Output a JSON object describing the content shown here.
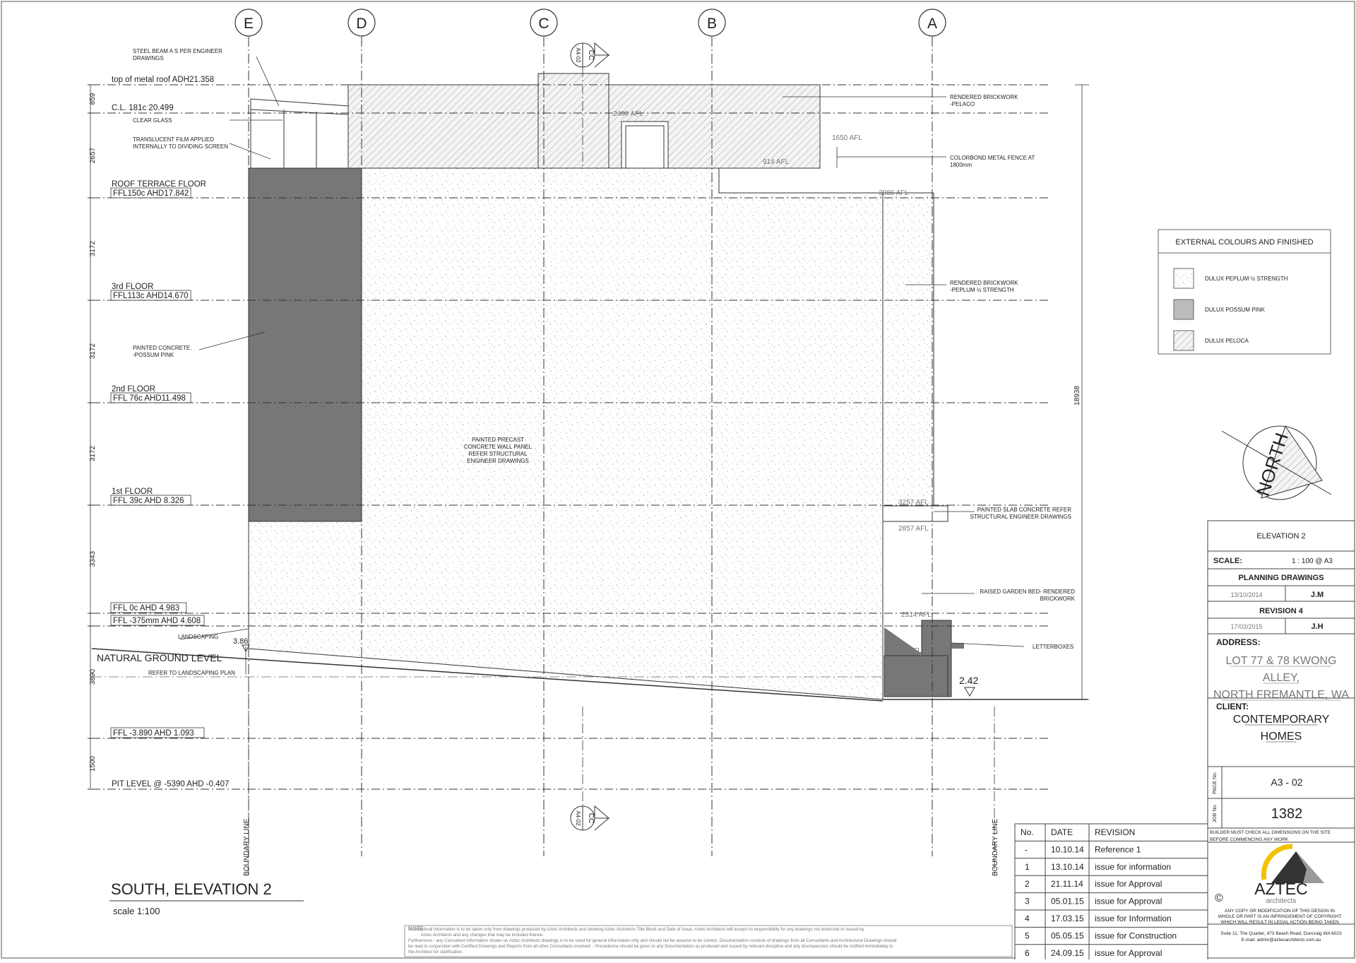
{
  "grid": [
    "E",
    "D",
    "C",
    "B",
    "A"
  ],
  "section_marker": "CC",
  "section_sheet": "A4-02",
  "levels": [
    {
      "label": "top of metal roof  ADH21.358",
      "boxed": false
    },
    {
      "label": "C.L. 181c 20.499",
      "boxed": false
    },
    {
      "label": "ROOF TERRACE FLOOR",
      "sub": "FFL150c AHD17.842",
      "boxed": true
    },
    {
      "label": "3rd FLOOR",
      "sub": "FFL113c AHD14.670",
      "boxed": true
    },
    {
      "label": "2nd FLOOR",
      "sub": "FFL 76c AHD11.498",
      "boxed": true
    },
    {
      "label": "1st FLOOR",
      "sub": "FFL 39c AHD 8.326",
      "boxed": true
    },
    {
      "label": "FFL 0c AHD 4.983",
      "boxed": true
    },
    {
      "label": "FFL -375mm AHD 4.608",
      "boxed": true
    },
    {
      "label": "FFL -3.890 AHD 1.093",
      "boxed": true
    },
    {
      "label": "PIT LEVEL @ -5390 AHD -0.407",
      "boxed": false
    }
  ],
  "dims_left": [
    "859",
    "2657",
    "3172",
    "3172",
    "3172",
    "3343",
    "3890",
    "1500"
  ],
  "dim_overall": "18938",
  "notes": {
    "steel_beam": [
      "STEEL BEAM A S PER ENGINEER",
      "DRAWINGS"
    ],
    "clear_glass": "CLEAR GLASS",
    "film": [
      "TRANSLUCENT FILM APPLIED",
      "INTERNALLY TO DIVIDING SCREEN"
    ],
    "painted_concrete": [
      "PAINTED CONCRETE.",
      "-POSSUM PINK"
    ],
    "precast": [
      "PAINTED PRECAST",
      "CONCRETE WALL PANEL",
      "REFER STRUCTURAL",
      "ENGINEER DRAWINGS"
    ],
    "brick_pelaco": [
      "RENDERED BRICKWORK",
      "-PELACO"
    ],
    "fence": [
      "COLORBOND METAL FENCE AT",
      "1800mm"
    ],
    "brick_peplum": [
      "RENDERED BRICKWORK",
      "-PEPLUM ½ STRENGTH"
    ],
    "slab": [
      "PAINTED SLAB CONCRETE REFER",
      "STRUCTURAL ENGINEER DRAWINGS"
    ],
    "garden": [
      "RAISED GARDEN BED- RENDERED",
      "BRICKWORK"
    ],
    "letterboxes": "LETTERBOXES",
    "landscaping": "LANDSCAPING",
    "ngl": "NATURAL GROUND LEVEL",
    "landscape_plan": "REFER TO LANDSCAPING PLAN",
    "rl_left": "3.86",
    "rl_right": "2.42",
    "boundary": "BOUNDARY LINE"
  },
  "afl": [
    "1650 AFL",
    "914 AFL",
    "3086 AFL",
    "3257 AFL",
    "2857 AFL",
    "2314 AFL",
    "1200 AFL",
    "2400 AFL"
  ],
  "legend": {
    "title": "EXTERNAL COLOURS AND FINISHED",
    "items": [
      "DULUX PEPLUM ½ STRENGTH",
      "DULUX POSSUM PINK",
      "DULUX PELOCA"
    ]
  },
  "north": "NORTH",
  "title_block": {
    "elevation": "ELEVATION 2",
    "scale_label": "SCALE:",
    "scale_value": "1 : 100 @ A3",
    "planning": "PLANNING DRAWINGS",
    "planning_date": "13/10/2014",
    "planning_by": "J.M",
    "revision": "REVISION 4",
    "revision_date": "17/03/2015",
    "revision_by": "J.H",
    "address_label": "ADDRESS:",
    "address_lines": [
      "LOT 77 & 78 KWONG",
      "ALLEY,",
      "NORTH FREMANTLE,  WA"
    ],
    "client_label": "CLIENT:",
    "client_lines": [
      "CONTEMPORARY",
      "HOMES"
    ],
    "page_label": "PAGE No.",
    "page_value": "A3   -   02",
    "job_label": "JOB No.",
    "job_value": "1382",
    "builder_note": [
      "BUILDER MUST CHECK ALL DIMENSIONS ON THE SITE",
      "BEFORE COMMENCING ANY WORK"
    ],
    "logo_name": "AZTEC",
    "logo_sub": "architects",
    "copyright_symbol": "©",
    "copyright": [
      "ANY COPY OR MODIFICATION OF THIS DESIGN IN",
      "WHOLE OR PART IS AN INFRINGEMENT OF COPYRIGHT",
      "WHICH WILL RESULT IN LEGAL ACTION BEING TAKEN"
    ],
    "contact": [
      "Suite 11, The Quarter, 473 Beach Road, Duncraig WA 6023",
      "E-mail: admin@aztecarchitects.com.au"
    ]
  },
  "revision_table": {
    "headers": [
      "No.",
      "DATE",
      "REVISION"
    ],
    "rows": [
      [
        "-",
        "10.10.14",
        "Reference 1"
      ],
      [
        "1",
        "13.10.14",
        "issue for information"
      ],
      [
        "2",
        "21.11.14",
        "issue for Approval"
      ],
      [
        "3",
        "05.01.15",
        "issue for Approval"
      ],
      [
        "4",
        "17.03.15",
        "issue for Information"
      ],
      [
        "5",
        "05.05.15",
        "issue for Construction"
      ],
      [
        "6",
        "24.09.15",
        "issue for Approval"
      ]
    ]
  },
  "drawing_title": "SOUTH, ELEVATION 2",
  "drawing_scale": "scale 1:100",
  "note_label": "NOTE:",
  "note_lines": [
    "Architectural information is to be taken only from drawings produced by Aztec Architects and showing Aztec Architects Title Block and Date of Issue. Aztec Architects will accept no responsibility for any drawings not endorsed or issued by",
    "Aztec Architects and any changes that may be included therein.",
    "Furthermore - any Consultant information shown on Aztec Architects drawings is to be used for general information only and should not be assume to be correct. Documentation consists of drawings from all Consultants and Architectural Drawings should",
    "be read in conjunction with Certified Drawings and Reports from all other Consultants involved. - Precedence should be given to any Documentation as produced and issued by relevant discipline and any discrepancies should be notified immediately to",
    "the Architect for clarification."
  ]
}
